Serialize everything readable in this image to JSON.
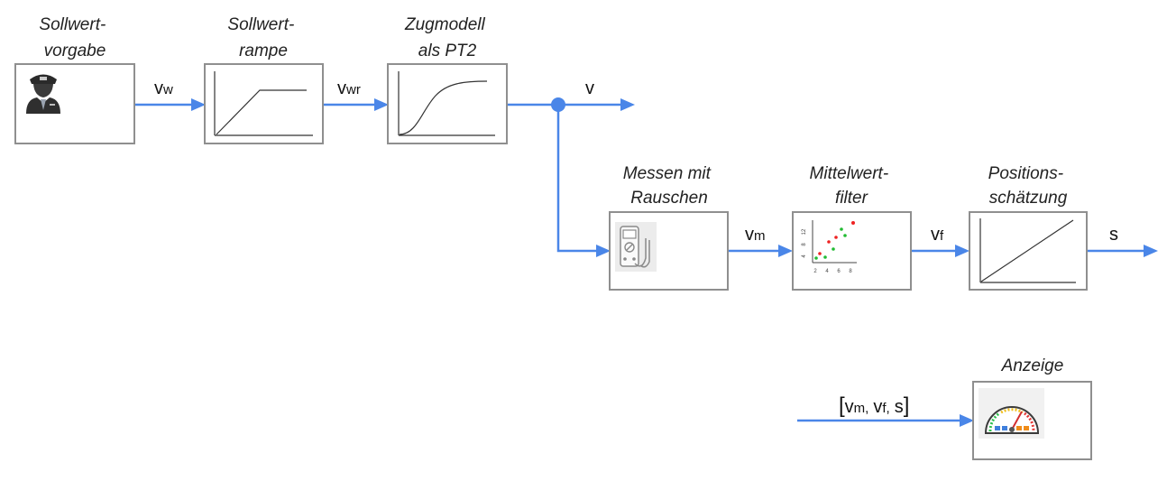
{
  "colors": {
    "wire": "#4a86e8",
    "block_border": "#8f8f8f",
    "caption_text": "#222222"
  },
  "blocks": {
    "sollwertvorgabe": {
      "title_lines": [
        "Sollwert-",
        "vorgabe"
      ],
      "icon": "conductor-icon"
    },
    "sollwertrampe": {
      "title_lines": [
        "Sollwert-",
        "rampe"
      ],
      "icon": "ramp-plot-icon"
    },
    "zugmodell": {
      "title_lines": [
        "Zugmodell",
        "als PT2"
      ],
      "icon": "pt2-response-icon"
    },
    "messen": {
      "title_lines": [
        "Messen mit",
        "Rauschen"
      ],
      "icon": "multimeter-icon"
    },
    "mittelwert": {
      "title_lines": [
        "Mittelwert-",
        "filter"
      ],
      "icon": "scatter-plot-icon",
      "x_ticks": [
        "2",
        "4",
        "6",
        "8"
      ],
      "y_ticks": [
        "4",
        "8",
        "12"
      ]
    },
    "position": {
      "title_lines": [
        "Positions-",
        "schätzung"
      ],
      "icon": "linear-plot-icon"
    },
    "anzeige": {
      "title_lines": [
        "Anzeige"
      ],
      "icon": "speedometer-icon"
    }
  },
  "signals": {
    "vw": {
      "base": "v",
      "sub": "w"
    },
    "vwr": {
      "base": "v",
      "sub": "wr"
    },
    "v": {
      "base": "v"
    },
    "vm": {
      "base": "v",
      "sub": "m"
    },
    "vf": {
      "base": "v",
      "sub": "f"
    },
    "s": {
      "base": "s"
    },
    "anzeige_input": {
      "open": "[",
      "vm_base": "v",
      "vm_sub": "m",
      "sep1": ",",
      "vf_base": "v",
      "vf_sub": "f",
      "sep2": ",",
      "s": "s",
      "close": "]"
    }
  }
}
